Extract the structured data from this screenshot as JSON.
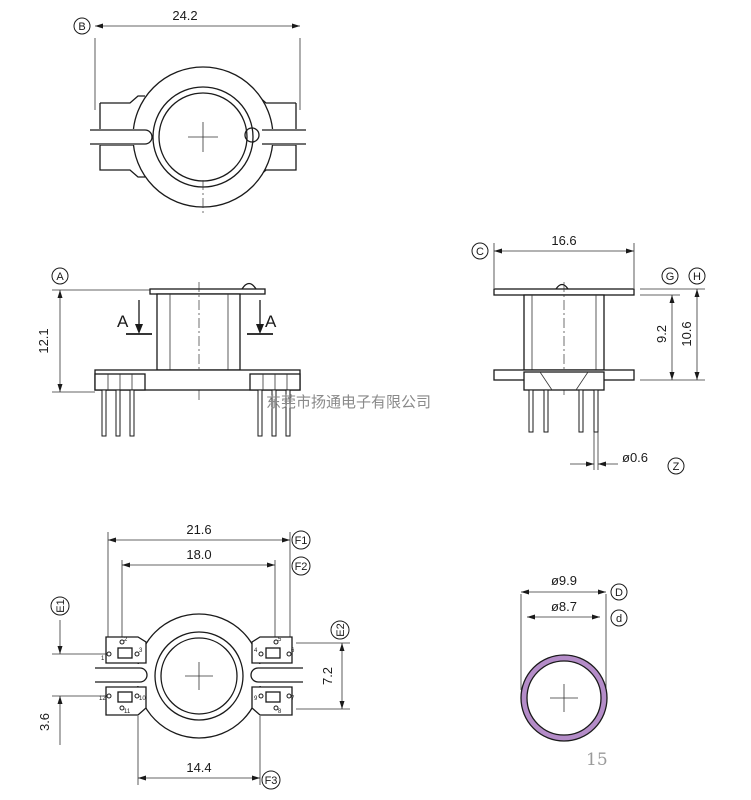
{
  "views": {
    "top": {
      "tag": "B",
      "width": "24.2"
    },
    "front": {
      "tag": "A",
      "height": "12.1",
      "section_left": "A",
      "section_right": "A"
    },
    "side": {
      "tag_c": "C",
      "width": "16.6",
      "tag_g": "G",
      "tag_h": "H",
      "height_inner": "9.2",
      "height_outer": "10.6",
      "pin_dia": "ø0.6",
      "tag_z": "Z"
    },
    "bottom": {
      "width_outer": "21.6",
      "width_inner": "18.0",
      "width_bottom": "14.4",
      "tag_f1": "F1",
      "tag_f2": "F2",
      "tag_f3": "F3",
      "tag_e1": "E1",
      "tag_e2": "E2",
      "height_right": "7.2",
      "height_left": "3.6",
      "pin_numbers": [
        "1",
        "2",
        "3",
        "4",
        "5",
        "6",
        "7",
        "8",
        "9",
        "10",
        "11",
        "12"
      ]
    },
    "section": {
      "outer_dia": "ø9.9",
      "inner_dia": "ø8.7",
      "tag_d": "D",
      "tag_d_small": "d",
      "ring_color": "#b48cc8"
    }
  },
  "watermark": "东莞市扬通电子有限公司",
  "page_number": "15"
}
